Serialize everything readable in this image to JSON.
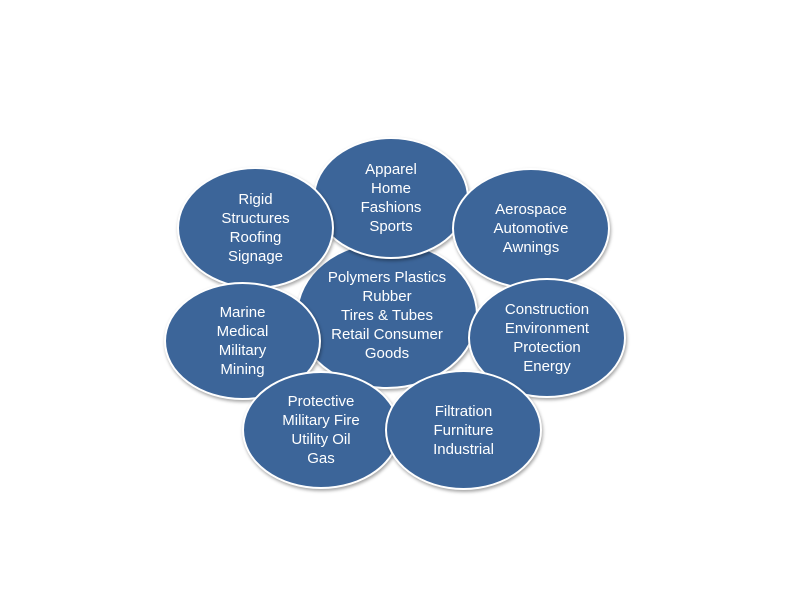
{
  "colors": {
    "node_fill": "#3c6599",
    "node_border": "#ffffff",
    "text": "#ffffff",
    "background": "#ffffff"
  },
  "diagram": {
    "center": {
      "lines": [
        "Polymers Plastics",
        "Rubber",
        "Tires & Tubes",
        "Retail Consumer",
        "Goods"
      ]
    },
    "top": {
      "lines": [
        "Apparel",
        "Home",
        "Fashions",
        "Sports"
      ]
    },
    "top_left": {
      "lines": [
        "Rigid",
        "Structures",
        "Roofing",
        "Signage"
      ]
    },
    "top_right": {
      "lines": [
        "Aerospace",
        "Automotive",
        "Awnings"
      ]
    },
    "left": {
      "lines": [
        "Marine",
        "Medical",
        "Military",
        "Mining"
      ]
    },
    "right": {
      "lines": [
        "Construction",
        "Environment",
        "Protection",
        "Energy"
      ]
    },
    "bottom_left": {
      "lines": [
        "Protective",
        "Military Fire",
        "Utility Oil",
        "Gas"
      ]
    },
    "bottom_right": {
      "lines": [
        "Filtration",
        "Furniture",
        "Industrial"
      ]
    }
  }
}
